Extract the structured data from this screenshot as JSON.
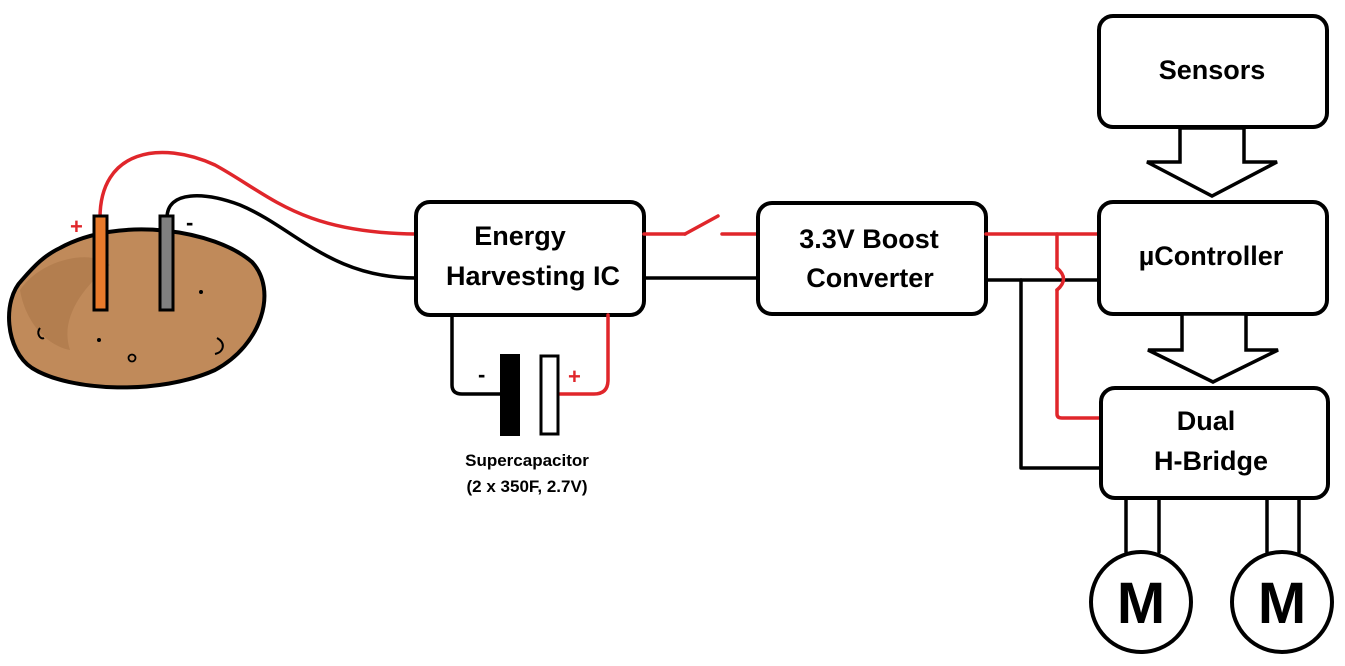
{
  "colors": {
    "positive_wire": "#e0262b",
    "negative_wire": "#000000",
    "potato_body": "#c08a5a",
    "potato_spot": "#a77447",
    "copper_electrode": "#e87a2b",
    "zinc_electrode": "#808080"
  },
  "potato": {
    "plus_sign": "+",
    "minus_sign": "-"
  },
  "energy_ic": {
    "line1": "Energy",
    "line2": "Harvesting IC"
  },
  "boost": {
    "line1": "3.3V Boost",
    "line2": "Converter"
  },
  "sensors": {
    "label": "Sensors"
  },
  "controller": {
    "label": "µController"
  },
  "hbridge": {
    "line1": "Dual",
    "line2": "H-Bridge"
  },
  "supercap": {
    "minus_sign": "-",
    "plus_sign": "+",
    "label": "Supercapacitor",
    "spec": "(2 x 350F, 2.7V)"
  },
  "motors": [
    {
      "label": "M"
    },
    {
      "label": "M"
    }
  ],
  "icons": [
    "potato-icon",
    "switch-icon",
    "capacitor-icon",
    "arrow-down-icon",
    "motor-icon"
  ]
}
